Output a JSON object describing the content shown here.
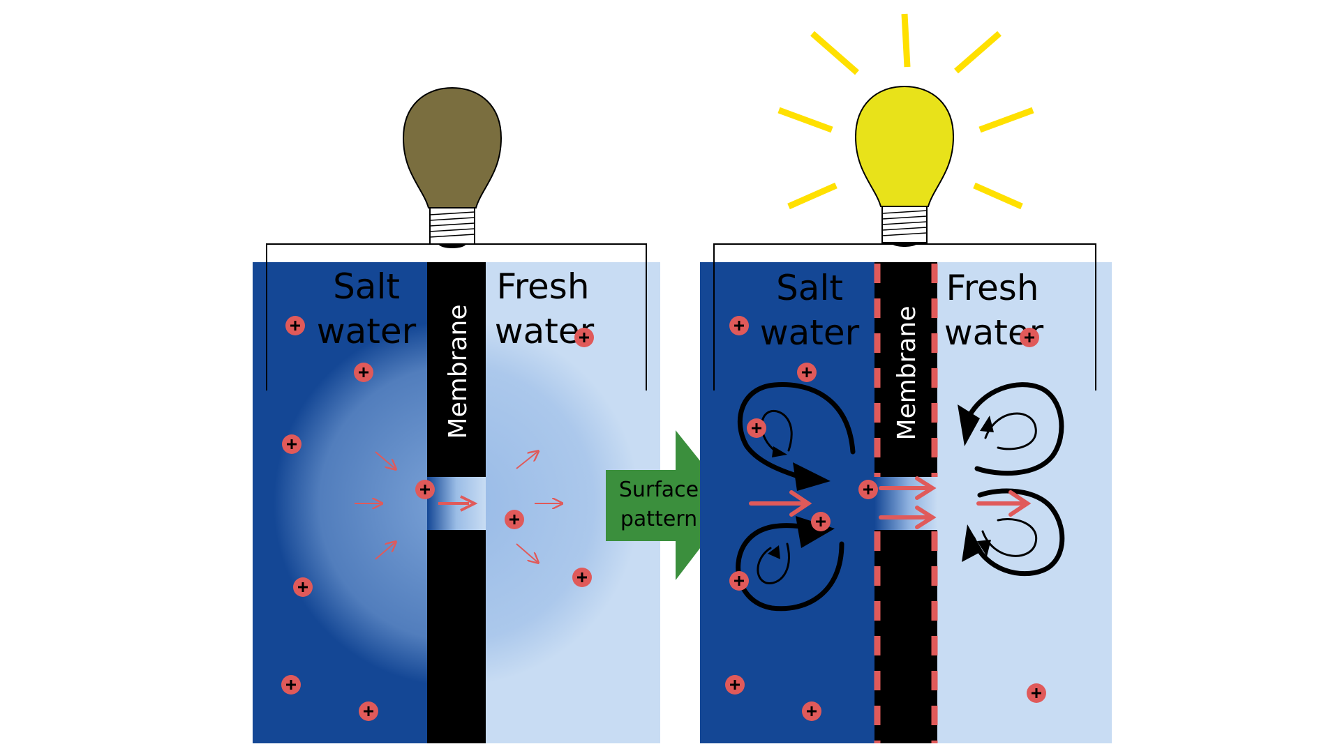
{
  "colors": {
    "salt_water": "#144795",
    "fresh_water": "#c8dcf3",
    "membrane": "#000000",
    "ion": "#e05a5a",
    "flow_arrow": "#e05a5a",
    "bulb_off": "#7a6e3f",
    "bulb_on": "#e8e21a",
    "rays": "#ffe000",
    "surface_pattern": "#2f8f3a",
    "process_arrow": "#3b8f3d"
  },
  "left_panel": {
    "salt_label_line1": "Salt",
    "salt_label_line2": "water",
    "fresh_label_line1": "Fresh",
    "fresh_label_line2": "water",
    "membrane_label": "Membrane",
    "bulb_state": "off"
  },
  "right_panel": {
    "salt_label_line1": "Salt",
    "salt_label_line2": "water",
    "fresh_label_line1": "Fresh",
    "fresh_label_line2": "water",
    "membrane_label": "Membrane",
    "bulb_state": "on"
  },
  "process_arrow": {
    "label_line1": "Surface",
    "label_line2": "pattern"
  }
}
